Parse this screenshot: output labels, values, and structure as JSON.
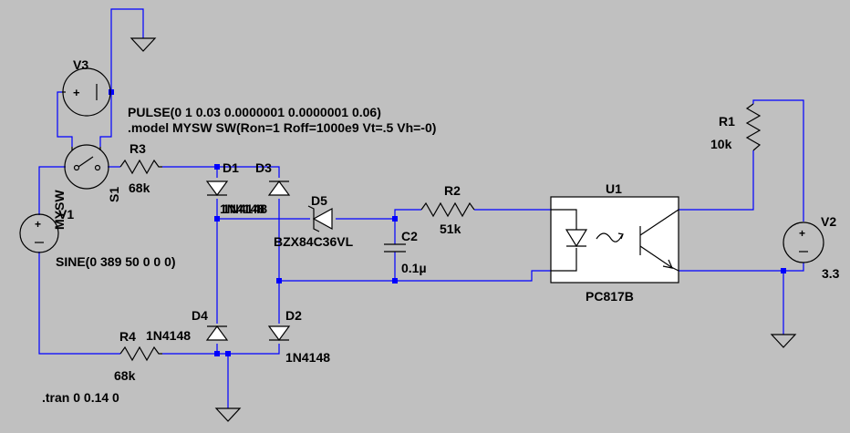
{
  "components": {
    "v3": {
      "ref": "V3"
    },
    "s1": {
      "ref": "S1",
      "model": "MYSW"
    },
    "v1": {
      "ref": "V1",
      "value": "SINE(0 389  50 0 0 0)"
    },
    "r3": {
      "ref": "R3",
      "value": "68k"
    },
    "r4": {
      "ref": "R4",
      "value": "68k"
    },
    "d1": {
      "ref": "D1",
      "value": "1N4148"
    },
    "d3": {
      "ref": "D3",
      "value": "1N4148"
    },
    "d4": {
      "ref": "D4",
      "value": "1N4148"
    },
    "d2": {
      "ref": "D2",
      "value": "1N4148"
    },
    "d5": {
      "ref": "D5",
      "value": "BZX84C36VL"
    },
    "r2": {
      "ref": "R2",
      "value": "51k"
    },
    "c2": {
      "ref": "C2",
      "value": "0.1µ"
    },
    "u1": {
      "ref": "U1",
      "value": "PC817B"
    },
    "r1": {
      "ref": "R1",
      "value": "10k"
    },
    "v2": {
      "ref": "V2",
      "value": "3.3"
    }
  },
  "directives": {
    "pulse": "PULSE(0 1 0.03 0.0000001 0.0000001 0.06)",
    "model": ".model MYSW SW(Ron=1 Roff=1000e9 Vt=.5 Vh=-0)",
    "tran": ".tran 0 0.14 0"
  },
  "colors": {
    "background": "#c0c0c0",
    "wire": "#0000ff",
    "symbol": "#000000"
  }
}
